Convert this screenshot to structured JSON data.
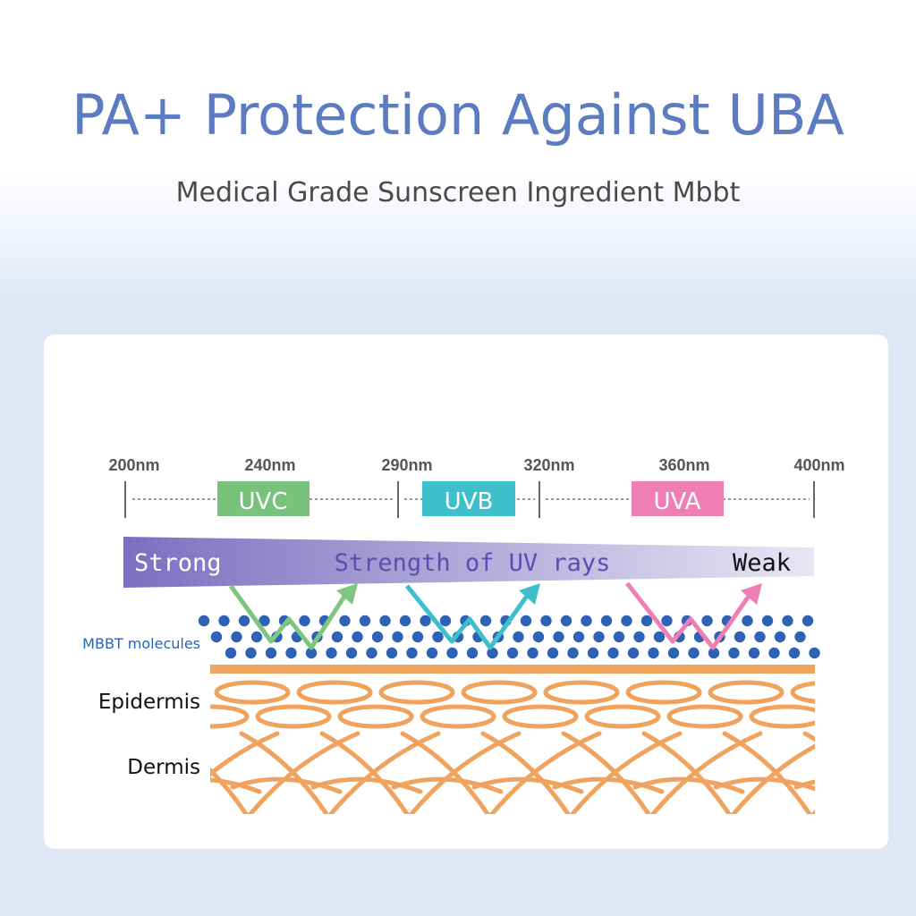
{
  "header": {
    "title": "PA+ Protection Against UBA",
    "subtitle": "Medical Grade Sunscreen Ingredient Mbbt"
  },
  "diagram": {
    "wavelength_ticks": [
      "200nm",
      "240nm",
      "290nm",
      "320nm",
      "360nm",
      "400nm"
    ],
    "bands": [
      {
        "label": "UVC",
        "color": "#78c27c"
      },
      {
        "label": "UVB",
        "color": "#3dbfcc"
      },
      {
        "label": "UVA",
        "color": "#ef7eb5"
      }
    ],
    "strength_bar": {
      "left_label": "Strong",
      "center_label": "Strength of UV rays",
      "right_label": "Weak",
      "color_start": "#7b6fc0",
      "color_end": "#e8e6f4"
    },
    "layers": {
      "mbbt": "MBBT molecules",
      "epidermis": "Epidermis",
      "dermis": "Dermis"
    },
    "colors": {
      "molecule": "#2d62b4",
      "skin": "#f0a35f"
    }
  }
}
